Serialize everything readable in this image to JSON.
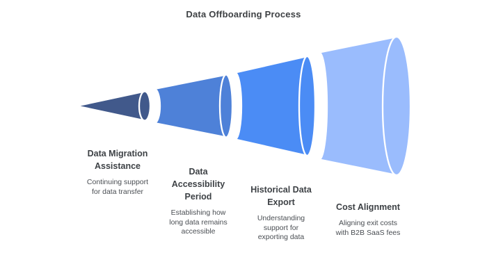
{
  "title": "Data Offboarding Process",
  "stages": [
    {
      "name": "Data Migration\nAssistance",
      "description": "Continuing support\nfor data transfer",
      "color": "#41598B"
    },
    {
      "name": "Data\nAccessibility\nPeriod",
      "description": "Establishing how\nlong data remains\naccessible",
      "color": "#4E81D8"
    },
    {
      "name": "Historical Data\nExport",
      "description": "Understanding\nsupport for\nexporting data",
      "color": "#4B8CF5"
    },
    {
      "name": "Cost Alignment",
      "description": "Aligning exit costs\nwith B2B SaaS fees",
      "color": "#9ABCFD"
    }
  ]
}
